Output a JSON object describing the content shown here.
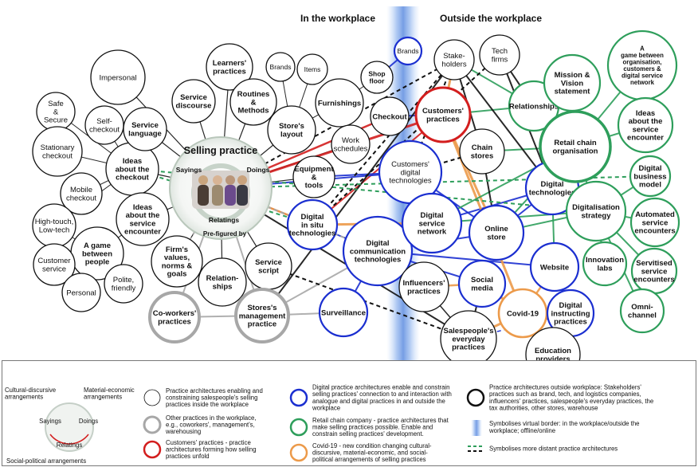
{
  "headers": {
    "in_workplace": "In the workplace",
    "outside_workplace": "Outside the workplace"
  },
  "center": {
    "title": "Selling practice",
    "sayings": "Sayings",
    "doings": "Doings",
    "relatings": "Relatings",
    "prefigured": "Pre-figured by"
  },
  "colors": {
    "black": "#111111",
    "gray": "#a7a7a7",
    "red": "#d31e1e",
    "blue": "#1b2fd0",
    "green": "#2e9e5b",
    "orange": "#ec9a4a",
    "border_band": "#8fb4ea"
  },
  "nodes": [
    {
      "id": "impersonal",
      "lines": [
        "Impersonal"
      ],
      "style": "black"
    },
    {
      "id": "safe",
      "lines": [
        "Safe",
        "&",
        "Secure"
      ],
      "style": "black"
    },
    {
      "id": "selfcheckout",
      "lines": [
        "Self-",
        "checkout"
      ],
      "style": "black"
    },
    {
      "id": "stationary",
      "lines": [
        "Stationary",
        "checkout"
      ],
      "style": "black"
    },
    {
      "id": "ideas_checkout",
      "lines": [
        "Ideas",
        "about the",
        "checkout"
      ],
      "style": "black",
      "bold": true
    },
    {
      "id": "mobile",
      "lines": [
        "Mobile",
        "checkout"
      ],
      "style": "black"
    },
    {
      "id": "hightouch",
      "lines": [
        "High-touch,",
        "Low-tech"
      ],
      "style": "black"
    },
    {
      "id": "ideas_service",
      "lines": [
        "Ideas",
        "about the",
        "service",
        "encounter"
      ],
      "style": "black",
      "bold": true
    },
    {
      "id": "game_people",
      "lines": [
        "A game",
        "between",
        "people"
      ],
      "style": "black",
      "bold": true
    },
    {
      "id": "customer_service",
      "lines": [
        "Customer",
        "service"
      ],
      "style": "black"
    },
    {
      "id": "personal",
      "lines": [
        "Personal"
      ],
      "style": "black"
    },
    {
      "id": "polite",
      "lines": [
        "Polite,",
        "friendly"
      ],
      "style": "black"
    },
    {
      "id": "service_language",
      "lines": [
        "Service",
        "language"
      ],
      "style": "black",
      "bold": true
    },
    {
      "id": "service_discourse",
      "lines": [
        "Service",
        "discourse"
      ],
      "style": "black",
      "bold": true
    },
    {
      "id": "learners",
      "lines": [
        "Learners'",
        "practices"
      ],
      "style": "black",
      "bold": true
    },
    {
      "id": "routines",
      "lines": [
        "Routines",
        "&",
        "Methods"
      ],
      "style": "black",
      "bold": true
    },
    {
      "id": "brands_in",
      "lines": [
        "Brands"
      ],
      "style": "black"
    },
    {
      "id": "items",
      "lines": [
        "Items"
      ],
      "style": "black"
    },
    {
      "id": "stores_layout",
      "lines": [
        "Store's",
        "layout"
      ],
      "style": "black",
      "bold": true
    },
    {
      "id": "furnishings",
      "lines": [
        "Furnishings"
      ],
      "style": "black",
      "bold": true
    },
    {
      "id": "shopfloor",
      "lines": [
        "Shop",
        "floor"
      ],
      "style": "black",
      "bold": true
    },
    {
      "id": "checkout",
      "lines": [
        "Checkout"
      ],
      "style": "black",
      "bold": true
    },
    {
      "id": "work_schedules",
      "lines": [
        "Work",
        "schedules"
      ],
      "style": "black"
    },
    {
      "id": "equipment",
      "lines": [
        "Equipment",
        "&",
        "tools"
      ],
      "style": "black",
      "bold": true
    },
    {
      "id": "firms_values",
      "lines": [
        "Firm's",
        "values,",
        "norms &",
        "goals"
      ],
      "style": "black",
      "bold": true
    },
    {
      "id": "relationships_in",
      "lines": [
        "Relation-",
        "ships"
      ],
      "style": "black",
      "bold": true
    },
    {
      "id": "service_script",
      "lines": [
        "Service",
        "script"
      ],
      "style": "black",
      "bold": true
    },
    {
      "id": "coworkers",
      "lines": [
        "Co-workers'",
        "practices"
      ],
      "style": "gray",
      "bold": true
    },
    {
      "id": "stores_mgmt",
      "lines": [
        "Stores's",
        "management",
        "practice"
      ],
      "style": "gray",
      "bold": true
    },
    {
      "id": "digital_insitu",
      "lines": [
        "Digital",
        "in situ",
        "technologies"
      ],
      "style": "blue",
      "bold": true
    },
    {
      "id": "surveillance",
      "lines": [
        "Surveillance"
      ],
      "style": "blue",
      "bold": true
    },
    {
      "id": "digital_comm",
      "lines": [
        "Digital",
        "communication",
        "technologies"
      ],
      "style": "blue",
      "bold": true
    },
    {
      "id": "brands_out",
      "lines": [
        "Brands"
      ],
      "style": "blue"
    },
    {
      "id": "stakeholders",
      "lines": [
        "Stake-",
        "holders"
      ],
      "style": "black"
    },
    {
      "id": "tech_firms",
      "lines": [
        "Tech",
        "firms"
      ],
      "style": "black"
    },
    {
      "id": "customers_practices",
      "lines": [
        "Customers'",
        "practices"
      ],
      "style": "red",
      "bold": true
    },
    {
      "id": "customers_digital",
      "lines": [
        "Customers'",
        "digital",
        "technologies"
      ],
      "style": "blue"
    },
    {
      "id": "chain_stores",
      "lines": [
        "Chain",
        "stores"
      ],
      "style": "black",
      "bold": true
    },
    {
      "id": "digital_service_network",
      "lines": [
        "Digital",
        "service",
        "network"
      ],
      "style": "blue",
      "bold": true
    },
    {
      "id": "online_store",
      "lines": [
        "Online",
        "store"
      ],
      "style": "blue",
      "bold": true
    },
    {
      "id": "digital_tech",
      "lines": [
        "Digital",
        "technologies"
      ],
      "style": "blue",
      "bold": true
    },
    {
      "id": "relationships_out",
      "lines": [
        "Relationships"
      ],
      "style": "green",
      "bold": true
    },
    {
      "id": "mission",
      "lines": [
        "Mission &",
        "Vision",
        "statement"
      ],
      "style": "green",
      "bold": true
    },
    {
      "id": "game_org",
      "lines": [
        "A",
        "game between",
        "organisation,",
        "customers &",
        "digital service",
        "network"
      ],
      "style": "green",
      "bold": true
    },
    {
      "id": "retail_chain",
      "lines": [
        "Retail chain",
        "organisation"
      ],
      "style": "green-thick",
      "bold": true
    },
    {
      "id": "ideas_service_out",
      "lines": [
        "Ideas",
        "about the",
        "service",
        "encounter"
      ],
      "style": "green",
      "bold": true
    },
    {
      "id": "digitalisation",
      "lines": [
        "Digitalisation",
        "strategy"
      ],
      "style": "green",
      "bold": true
    },
    {
      "id": "digital_business",
      "lines": [
        "Digital",
        "business",
        "model"
      ],
      "style": "green",
      "bold": true
    },
    {
      "id": "automated",
      "lines": [
        "Automated",
        "service",
        "encounters"
      ],
      "style": "green",
      "bold": true
    },
    {
      "id": "innovation",
      "lines": [
        "Innovation",
        "labs"
      ],
      "style": "green",
      "bold": true
    },
    {
      "id": "servitised",
      "lines": [
        "Servitised",
        "service",
        "encounters"
      ],
      "style": "green",
      "bold": true
    },
    {
      "id": "omni",
      "lines": [
        "Omni-",
        "channel"
      ],
      "style": "green",
      "bold": true
    },
    {
      "id": "website",
      "lines": [
        "Website"
      ],
      "style": "blue",
      "bold": true
    },
    {
      "id": "social_media",
      "lines": [
        "Social",
        "media"
      ],
      "style": "blue",
      "bold": true
    },
    {
      "id": "influencers",
      "lines": [
        "Influencers'",
        "practices"
      ],
      "style": "black",
      "bold": true
    },
    {
      "id": "covid",
      "lines": [
        "Covid-19"
      ],
      "style": "orange",
      "bold": true
    },
    {
      "id": "digital_instructing",
      "lines": [
        "Digital",
        "instructing",
        "practices"
      ],
      "style": "blue",
      "bold": true
    },
    {
      "id": "salespeople",
      "lines": [
        "Salespeople's",
        "everyday",
        "practices"
      ],
      "style": "black",
      "bold": true
    },
    {
      "id": "education",
      "lines": [
        "Education",
        "providers"
      ],
      "style": "black",
      "bold": true
    }
  ],
  "legend": {
    "cultural": "Cultural-discursive\narrangements",
    "material": "Material-economic\narrangements",
    "social": "Social-political arrangements",
    "sayings": "Sayings",
    "doings": "Doings",
    "relatings": "Relatings",
    "items": [
      {
        "style": "black-thin",
        "text": "Practice architectures enabling and\nconstraining salespeople's selling\npractices inside the workplace"
      },
      {
        "style": "gray",
        "text": "Other practices in the workplace,\ne.g., coworkers', management's,\nwarehousing"
      },
      {
        "style": "red",
        "text": "Customers' practices - practice\narchitectures forming how selling\npractices unfold"
      },
      {
        "style": "blue",
        "text": "Digital practice architectures enable and constrain\nselling practices' connection to and interaction with\nanalogue and digital practices in and outside the\nworkplace"
      },
      {
        "style": "green",
        "text": "Retail chain company - practice architectures that\nmake selling practices possible. Enable and\nconstrain selling practices' development."
      },
      {
        "style": "orange",
        "text": "Covid-19 - new condition changing cultural-\ndiscursive, material-economic, and social-\npolitical arrangements of selling practices"
      },
      {
        "style": "black-thick",
        "text": "Practice architectures outside workplace: Stakeholders'\npractices such as brand, tech, and logistics companies,\ninfluencers' practices, salespeople's everyday practices, the\ntax authorities, other stores, warehouse"
      },
      {
        "style": "band",
        "text": "Symbolises virtual border: in the workplace/outside the\nworkplace; offline/online"
      },
      {
        "style": "dashed",
        "text": "Symbolises more distant practice architectures"
      }
    ]
  }
}
